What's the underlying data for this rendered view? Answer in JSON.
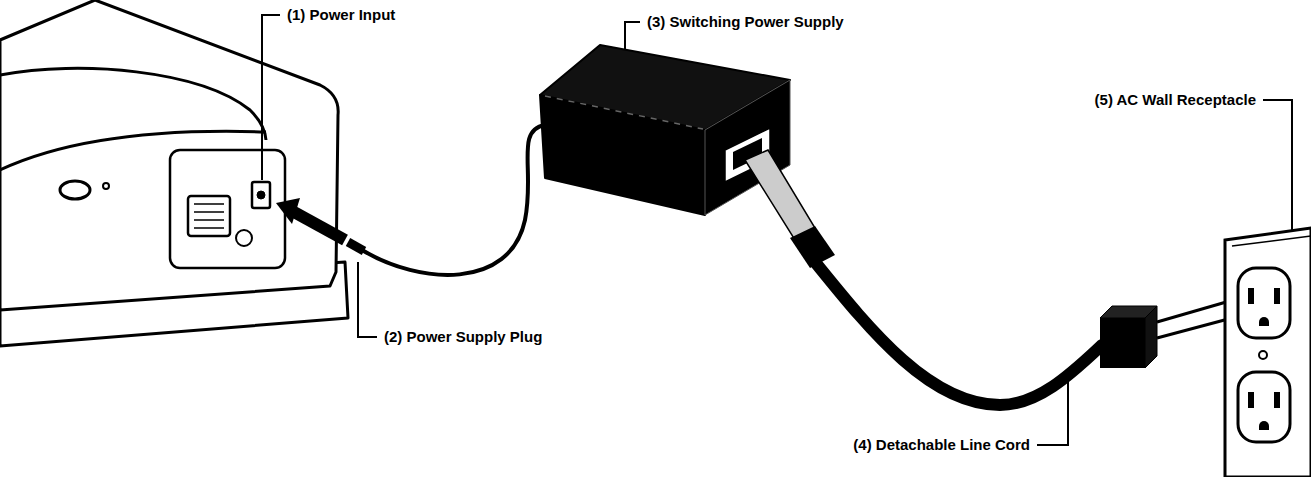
{
  "diagram": {
    "labels": [
      "(1) Power Input",
      "(2) Power Supply Plug",
      "(3) Switching Power Supply",
      "(4) Detachable Line Cord",
      "(5) AC Wall Receptacle"
    ]
  }
}
